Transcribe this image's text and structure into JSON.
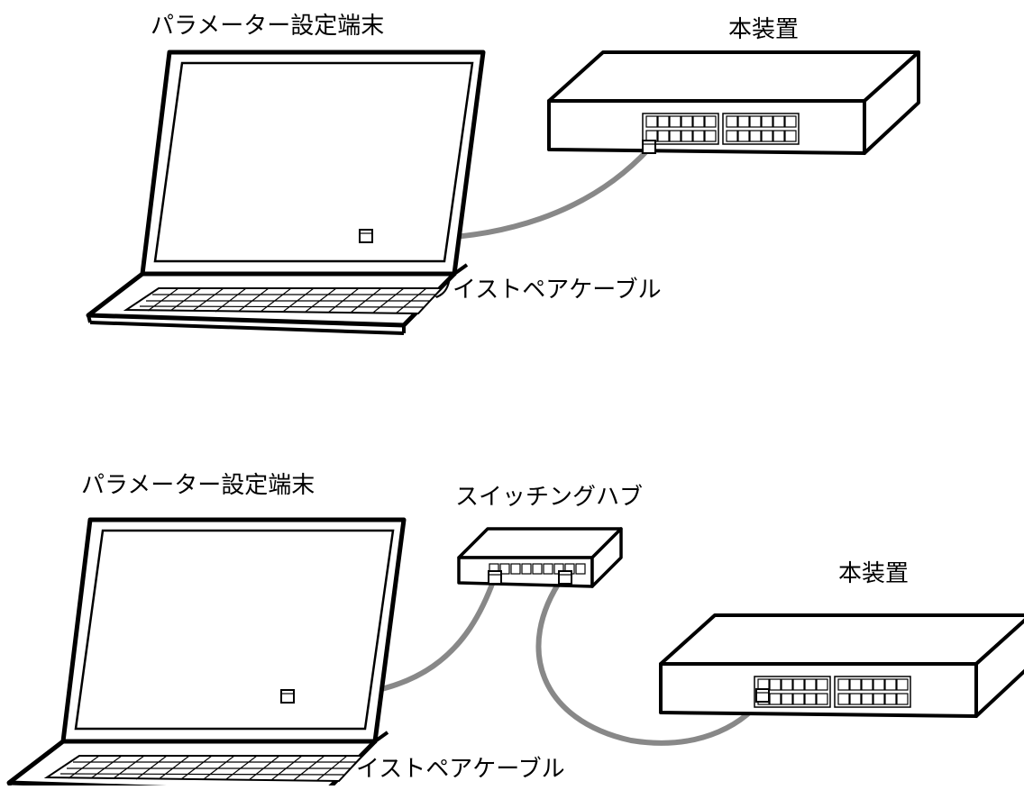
{
  "diagram1": {
    "terminal_label": "パラメーター設定端末",
    "device_label": "本装置",
    "cable_label": "ツイストペアケーブル"
  },
  "diagram2": {
    "terminal_label": "パラメーター設定端末",
    "hub_label": "スイッチングハブ",
    "device_label": "本装置",
    "cable_label": "ツイストペアケーブル"
  },
  "colors": {
    "line": "#000000",
    "cable": "#888888",
    "background": "#ffffff"
  }
}
